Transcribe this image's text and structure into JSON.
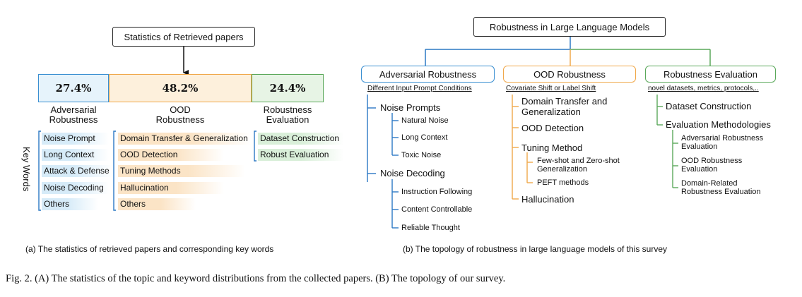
{
  "left": {
    "title": "Statistics of Retrieved papers",
    "stats": [
      {
        "value": "27.4%",
        "label": "Adversarial Robustness",
        "label_lines": [
          "Adversarial",
          "Robustness"
        ],
        "color": "#3a8fd1",
        "bg": "#e6f3fb"
      },
      {
        "value": "48.2%",
        "label": "OOD Robustness",
        "label_lines": [
          "OOD",
          "Robustness"
        ],
        "color": "#f0a84a",
        "bg": "#fdf0dc"
      },
      {
        "value": "24.4%",
        "label": "Robustness Evaluation",
        "label_lines": [
          "Robustness",
          "Evaluation"
        ],
        "color": "#5aa85a",
        "bg": "#e7f4e5"
      }
    ],
    "keywords_label": "Key Words",
    "keywords": {
      "adversarial": [
        "Noise Prompt",
        "Long Context",
        "Attack & Defense",
        "Noise Decoding",
        "Others"
      ],
      "ood": [
        "Domain Transfer & Generalization",
        "OOD Detection",
        "Tuning Methods",
        "Hallucination",
        "Others"
      ],
      "evaluation": [
        "Dataset Construction",
        "Robust Evaluation"
      ]
    },
    "caption": "(a)  The statistics of retrieved papers and corresponding key words"
  },
  "right": {
    "title": "Robustness in Large Language Models",
    "adversarial": {
      "title": "Adversarial Robustness",
      "subtitle": "Different Input Prompt Conditions",
      "color": "#3a8fd1",
      "noise_prompts": "Noise Prompts",
      "np_items": [
        "Natural Noise",
        "Long Context",
        "Toxic Noise"
      ],
      "noise_decoding": "Noise Decoding",
      "nd_items": [
        "Instruction Following",
        "Content Controllable",
        "Reliable Thought"
      ]
    },
    "ood": {
      "title": "OOD Robustness",
      "subtitle": "Covariate Shift or Label Shift",
      "color": "#f0a84a",
      "domain_transfer": [
        "Domain Transfer and",
        "Generalization"
      ],
      "ood_detection": "OOD Detection",
      "tuning_method": "Tuning Method",
      "tuning_items": [
        [
          "Few-shot and Zero-shot",
          "Generalization"
        ],
        [
          "PEFT methods"
        ]
      ],
      "hallucination": "Hallucination"
    },
    "evaluation": {
      "title": "Robustness Evaluation",
      "subtitle": "novel datasets, metrics, protocols,..",
      "color": "#5aa85a",
      "dataset": "Dataset Construction",
      "methodologies": "Evaluation Methodologies",
      "method_items": [
        [
          "Adversarial Robustness",
          "Evaluation"
        ],
        [
          "OOD Robustness",
          "Evaluation"
        ],
        [
          "Domain-Related",
          "Robustness Evaluation"
        ]
      ]
    },
    "caption": "(b)  The topology of robustness in large language models of this survey"
  },
  "figure_caption": "Fig. 2.  (A) The statistics of the topic and keyword distributions from the collected papers. (B) The topology of our survey."
}
